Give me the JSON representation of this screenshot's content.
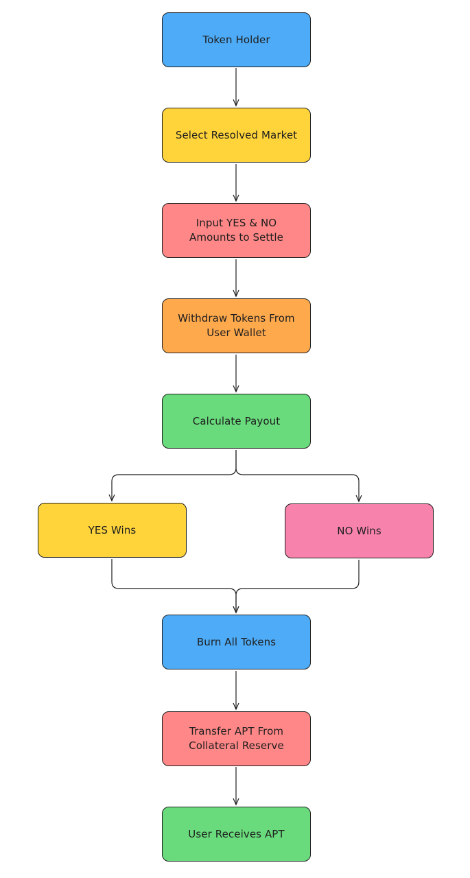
{
  "nodes": {
    "token_holder": {
      "label": "Token Holder",
      "color": "#4dabf7"
    },
    "select_market": {
      "label": "Select Resolved Market",
      "color": "#ffd43b"
    },
    "input_amounts": {
      "label": "Input YES & NO\nAmounts to Settle",
      "color": "#ff8787"
    },
    "withdraw_tokens": {
      "label": "Withdraw Tokens From\nUser Wallet",
      "color": "#ffa94d"
    },
    "calculate_payout": {
      "label": "Calculate Payout",
      "color": "#69db7c"
    },
    "yes_wins": {
      "label": "YES Wins",
      "color": "#ffd43b"
    },
    "no_wins": {
      "label": "NO Wins",
      "color": "#f783ac"
    },
    "burn_tokens": {
      "label": "Burn All Tokens",
      "color": "#4dabf7"
    },
    "transfer_apt": {
      "label": "Transfer APT From\nCollateral Reserve",
      "color": "#ff8787"
    },
    "user_receives": {
      "label": "User Receives APT",
      "color": "#69db7c"
    }
  },
  "edges": [
    {
      "from": "token_holder",
      "to": "select_market"
    },
    {
      "from": "select_market",
      "to": "input_amounts"
    },
    {
      "from": "input_amounts",
      "to": "withdraw_tokens"
    },
    {
      "from": "withdraw_tokens",
      "to": "calculate_payout"
    },
    {
      "from": "calculate_payout",
      "to": "yes_wins"
    },
    {
      "from": "calculate_payout",
      "to": "no_wins"
    },
    {
      "from": "yes_wins",
      "to": "burn_tokens"
    },
    {
      "from": "no_wins",
      "to": "burn_tokens"
    },
    {
      "from": "burn_tokens",
      "to": "transfer_apt"
    },
    {
      "from": "transfer_apt",
      "to": "user_receives"
    }
  ]
}
